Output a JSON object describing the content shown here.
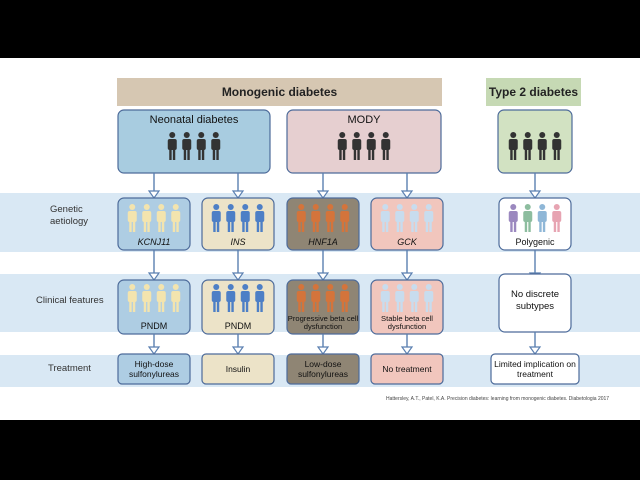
{
  "header_mono": "Monogenic diabetes",
  "header_t2": "Type 2 diabetes",
  "group_neonatal": "Neonatal diabetes",
  "group_mody": "MODY",
  "row_labels": {
    "genetic": "Genetic aetiology",
    "clinical": "Clinical features",
    "treatment": "Treatment"
  },
  "columns": [
    {
      "gene": "KCNJ11",
      "clinical": "PNDM",
      "treatment": "High-dose sulfonylureas",
      "fill": "#aecde3",
      "person_color": "#f3e4ae"
    },
    {
      "gene": "INS",
      "clinical": "PNDM",
      "treatment": "Insulin",
      "fill": "#ece3c8",
      "person_color": "#4d7fc6"
    },
    {
      "gene": "HNF1A",
      "clinical": "Progressive beta cell dysfunction",
      "treatment": "Low-dose sulfonylureas",
      "fill": "#8f8574",
      "person_color": "#d4743b"
    },
    {
      "gene": "GCK",
      "clinical": "Stable beta cell dysfunction",
      "treatment": "No treatment",
      "fill": "#f1c6bd",
      "person_color": "#c8dcee"
    },
    {
      "gene": "Polygenic",
      "clinical": "No discrete subtypes",
      "treatment": "Limited implication on treatment",
      "fill": "#ffffff",
      "person_colors": [
        "#9b88bf",
        "#8dbd9f",
        "#8fb7d7",
        "#e7a4b2"
      ]
    }
  ],
  "citation": "Hattersley, A.T., Patel, K.A. Precision diabetes: learning from monogenic diabetes. Diabetologia 2017",
  "colors": {
    "band": "#d9e8f4",
    "header_mono": "#d6c7b2",
    "header_t2": "#c6d9b4",
    "neonatal": "#a8cce0",
    "mody": "#e6cfd0",
    "t2box": "#d2e2c2",
    "border": "#4d6b9a",
    "person_dark": "#333333"
  }
}
